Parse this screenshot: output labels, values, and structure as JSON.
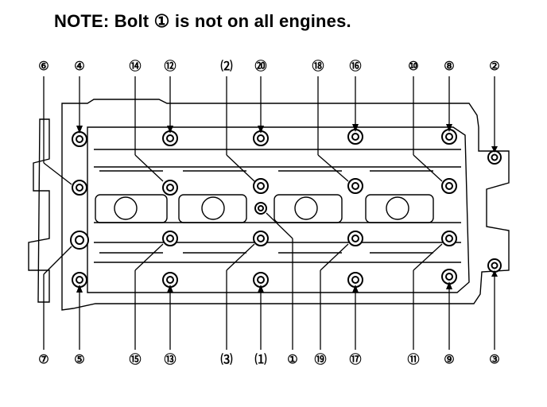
{
  "note": "NOTE: Bolt ① is not on all engines.",
  "callouts": {
    "top": [
      "⑥",
      "④",
      "⑭",
      "⑫",
      "⑵",
      "⑳",
      "⑱",
      "⑯",
      "⑩",
      "⑧",
      "②"
    ],
    "bottom": [
      "⑦",
      "⑤",
      "⑮",
      "⑬",
      "⑶",
      "⑴",
      "①",
      "⑲",
      "⑰",
      "⑪",
      "⑨",
      "③"
    ]
  }
}
